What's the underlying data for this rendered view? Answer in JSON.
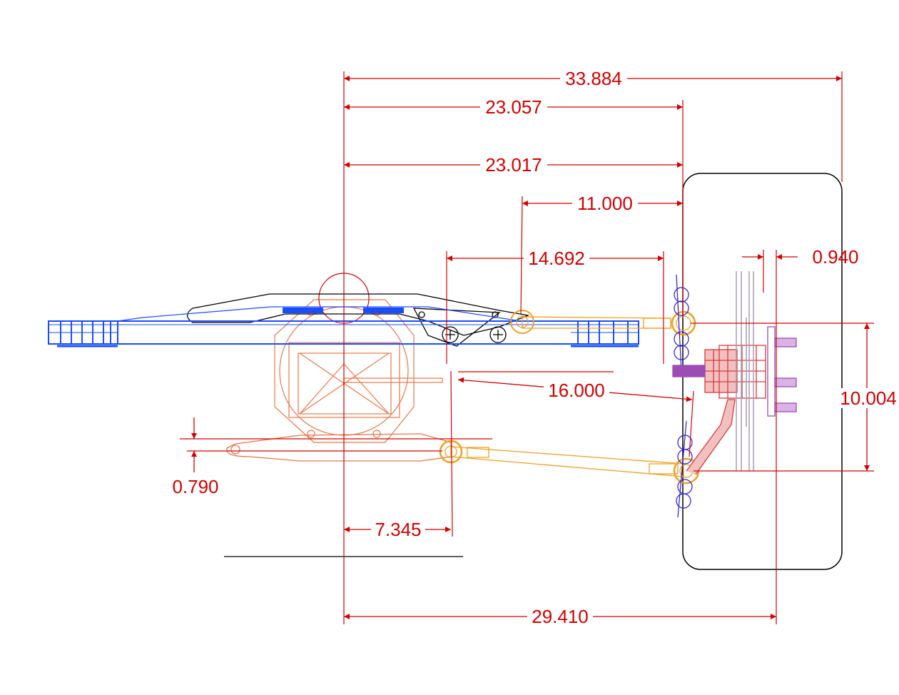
{
  "colors": {
    "dimension": "#d40000",
    "frame": "#1a4dff",
    "housing": "#e8774a",
    "link": "#f0a020",
    "upright": "#d83a3a",
    "hub": "#9b4db3",
    "rotor": "#a89ab8",
    "outline": "#000000",
    "spring": "#2a1ccc"
  },
  "dimensions": {
    "overall_width": "33.884",
    "upper_pivot_top": "23.057",
    "upper_pivot": "23.017",
    "rocker_to_upright": "11.000",
    "rocker_span": "14.692",
    "hub_offset": "0.940",
    "ball_joint_height": "10.004",
    "lower_arm_length": "16.000",
    "lower_arm_drop": "0.790",
    "lower_inner_offset": "7.345",
    "track_half": "29.410"
  }
}
